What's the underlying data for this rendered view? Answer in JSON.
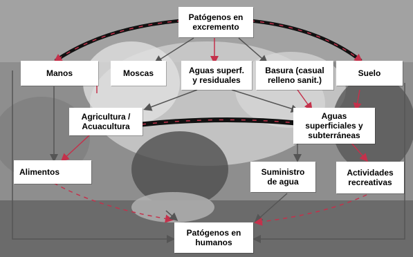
{
  "nodes": {
    "top": "Patógenos en\nexcremento",
    "manos": "Manos",
    "moscas": "Moscas",
    "aguas_superf": "Aguas superf.\ny residuales",
    "basura": "Basura (casual\nrelleno sanit.)",
    "suelo": "Suelo",
    "agricultura": "Agricultura /\nAcuacultura",
    "aguas_sub": "Aguas\nsuperficiales y\nsubterráneas",
    "alimentos": "Alimentos",
    "suministro": "Suministro\nde agua",
    "actividades": "Actividades\nrecreativas",
    "bottom": "Patógenos en\nhumanos"
  },
  "colors": {
    "arrow_red": "#c4314b",
    "arrow_black": "#111111",
    "box": "#ffffff"
  }
}
